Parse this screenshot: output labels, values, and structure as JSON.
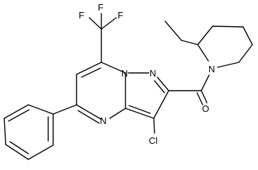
{
  "molecule": {
    "atom_labels": {
      "F_left": "F",
      "F_top": "F",
      "F_right": "F",
      "N_bridge": "N",
      "N_pyrazole": "N",
      "N_pyrimidine": "N",
      "N_piperidine": "N",
      "O_carbonyl": "O",
      "Cl": "Cl"
    }
  }
}
